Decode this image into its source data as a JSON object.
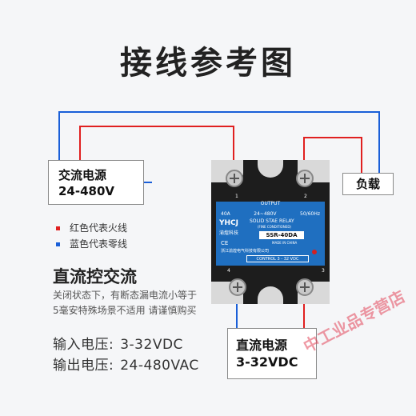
{
  "title": "接线参考图",
  "boxes": {
    "ac_source": {
      "line1": "交流电源",
      "line2": "24-480V"
    },
    "load": "负载",
    "dc_source": {
      "line1": "直流电源",
      "line2": "3-32VDC"
    }
  },
  "legend": [
    {
      "color": "#e02020",
      "text": "红色代表火线"
    },
    {
      "color": "#1a5fd8",
      "text": "蓝色代表零线"
    }
  ],
  "section_title": "直流控交流",
  "notes": [
    "关闭状态下，有断态漏电流小等于",
    "5毫安特殊场景不适用 请谨慎购买"
  ],
  "specs": [
    {
      "label": "输入电压:",
      "value": "3-32VDC"
    },
    {
      "label": "输出电压:",
      "value": "24-480VAC"
    }
  ],
  "relay": {
    "output": "OUTPUT",
    "current": "40A",
    "voltage": "24~480V",
    "freq": "50/60Hz",
    "brand": "YHCJ",
    "brand_cn": "渝煌科技",
    "name": "SOLID STAE RELAY",
    "condition": "(FINE CONDITIONED)",
    "model": "SSR-40DA",
    "made": "MADE IN CHINA",
    "ce": "CE",
    "company": "浙江渝煌电气科技有限公司",
    "control": "CONTROL 3 - 32 VDC",
    "terminals": [
      "1",
      "2",
      "4",
      "3"
    ]
  },
  "watermark": "中工业品专营店",
  "colors": {
    "live": "#e02020",
    "neutral": "#1a5fd8"
  }
}
